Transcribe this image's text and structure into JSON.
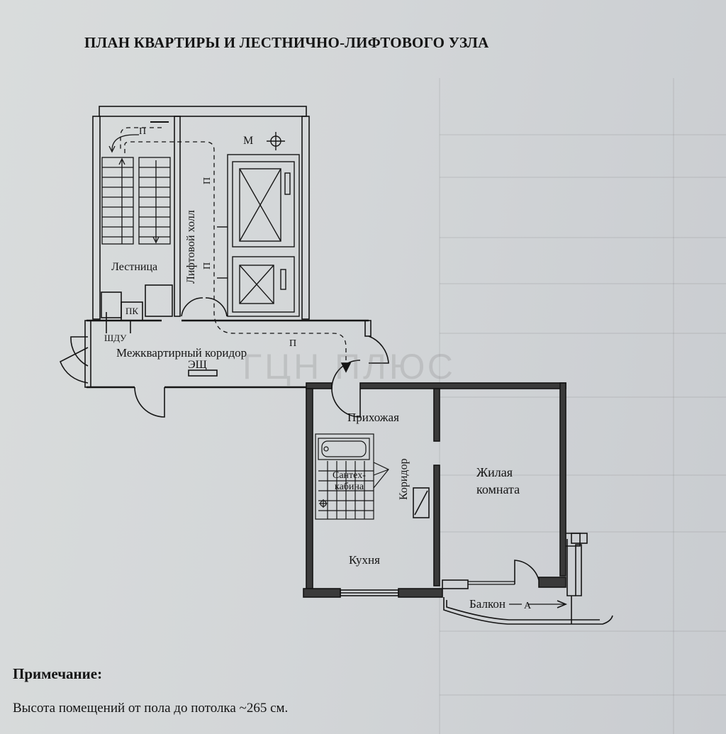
{
  "title": "ПЛАН КВАРТИРЫ И ЛЕСТНИЧНО-ЛИФТОВОГО УЗЛА",
  "watermark": "ГЦН ПЛЮС",
  "plan": {
    "labels": {
      "stairs": "Лестница",
      "lift_hall": "Лифтовой холл",
      "corridor_common": "Межквартирный коридор",
      "pk": "ПК",
      "shdu": "ШДУ",
      "eshch": "ЭЩ",
      "m": "М",
      "p": "П",
      "hallway": "Прихожая",
      "corridor": "Коридор",
      "bathroom_line1": "Сантех-",
      "bathroom_line2": "кабина",
      "living_line1": "Жилая",
      "living_line2": "комната",
      "kitchen": "Кухня",
      "balcony": "Балкон",
      "section": "А"
    }
  },
  "note": {
    "heading": "Примечание:",
    "text": "Высота помещений от пола до потолка  ~265 см."
  },
  "colors": {
    "ink": "#151515",
    "paper": "#d6d9da",
    "watermark": "#8a8a8a"
  }
}
